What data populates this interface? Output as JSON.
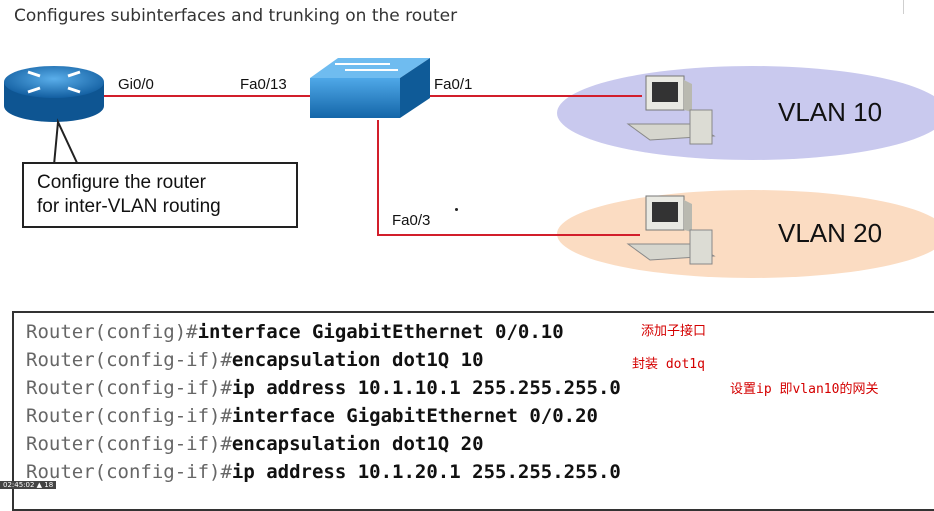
{
  "title": "Configures subinterfaces and trunking on the router",
  "topology": {
    "ports": {
      "router_port": "Gi0/0",
      "switch_uplink": "Fa0/13",
      "switch_port_vlan10": "Fa0/1",
      "switch_port_vlan20": "Fa0/3"
    },
    "vlans": [
      "VLAN 10",
      "VLAN 20"
    ],
    "callout_lines": [
      "Configure the router",
      "for inter-VLAN routing"
    ],
    "icons": [
      "router-icon",
      "switch-icon",
      "pc-icon",
      "pc-icon"
    ],
    "colors": {
      "link": "#d21e2b",
      "vlan10": "#c9c9ee",
      "vlan20": "#fbdcc2",
      "device": "#1a77c2"
    }
  },
  "config": {
    "lines": [
      {
        "prompt": "Router(config)#",
        "command": "interface GigabitEthernet 0/0.10"
      },
      {
        "prompt": "Router(config-if)#",
        "command": "encapsulation dot1Q 10"
      },
      {
        "prompt": "Router(config-if)#",
        "command": "ip address 10.1.10.1 255.255.255.0"
      },
      {
        "prompt": "Router(config-if)#",
        "command": "interface GigabitEthernet 0/0.20"
      },
      {
        "prompt": "Router(config-if)#",
        "command": "encapsulation dot1Q 20"
      },
      {
        "prompt": "Router(config-if)#",
        "command": "ip address 10.1.20.1 255.255.255.0"
      }
    ],
    "annotations": [
      "添加子接口",
      "封装 dot1q",
      "设置ip 即vlan10的网关"
    ]
  },
  "footer_stamp": "02:45:02 ▲ 18"
}
